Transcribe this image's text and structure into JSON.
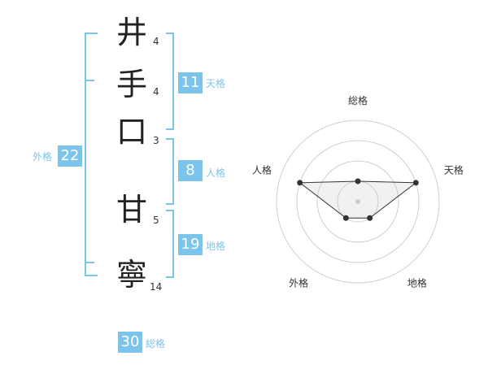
{
  "name": [
    {
      "char": "井",
      "strokes": "4"
    },
    {
      "char": "手",
      "strokes": "4"
    },
    {
      "char": "口",
      "strokes": "3"
    },
    {
      "char": "甘",
      "strokes": "5"
    },
    {
      "char": "寧",
      "strokes": "14"
    }
  ],
  "fortune": {
    "tenkaku": {
      "value": "11",
      "label": "天格"
    },
    "jinkaku": {
      "value": "8",
      "label": "人格"
    },
    "chikaku": {
      "value": "19",
      "label": "地格"
    },
    "gaikaku": {
      "value": "22",
      "label": "外格"
    },
    "soukaku": {
      "value": "30",
      "label": "総格"
    }
  },
  "chart_data": {
    "type": "radar",
    "axes": [
      "総格",
      "天格",
      "地格",
      "外格",
      "人格"
    ],
    "values": [
      1,
      3,
      1,
      1,
      3
    ],
    "max": 4,
    "rings": 4
  },
  "colors": {
    "accent": "#7cc4ec"
  }
}
